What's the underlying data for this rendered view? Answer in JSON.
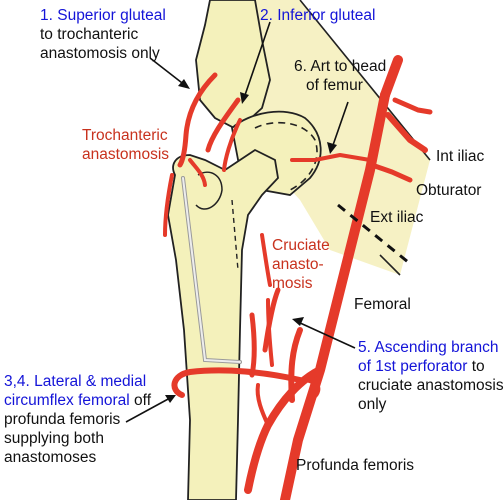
{
  "colors": {
    "bone": "#f4f1bb",
    "bone_outline": "#222222",
    "pelvis_shade": "#f6f1c4",
    "artery": "#e53a2a",
    "artery_edge": "#a01b12",
    "label_blue": "#1414d8",
    "label_red": "#c8321e",
    "label_black": "#111111"
  },
  "labels": {
    "superior_gluteal": {
      "title": "1. Superior gluteal",
      "line2": "to trochanteric",
      "line3": "anastomosis only"
    },
    "inferior_gluteal": {
      "title": "2. Inferior gluteal"
    },
    "art_head_femur": {
      "line1": "6. Art to head",
      "line2": "of femur"
    },
    "trochanteric": {
      "line1": "Trochanteric",
      "line2": "anastomosis"
    },
    "int_iliac": "Int iliac",
    "obturator": "Obturator",
    "ext_iliac": "Ext iliac",
    "cruciate": {
      "line1": "Cruciate",
      "line2": "anasto-",
      "line3": "mosis"
    },
    "femoral": "Femoral",
    "ascending_branch": {
      "line1": "5. Ascending branch",
      "line2_blue": "of 1st perforator",
      "line2_black": " to",
      "line3": "cruciate anastomosis",
      "line4": "only"
    },
    "circumflex": {
      "line1": "3,4. Lateral & medial",
      "line2_blue": "circumflex femoral",
      "line2_black": " off",
      "line3": "profunda femoris",
      "line4": "supplying both",
      "line5": "anastomoses"
    },
    "profunda": "Profunda femoris"
  }
}
